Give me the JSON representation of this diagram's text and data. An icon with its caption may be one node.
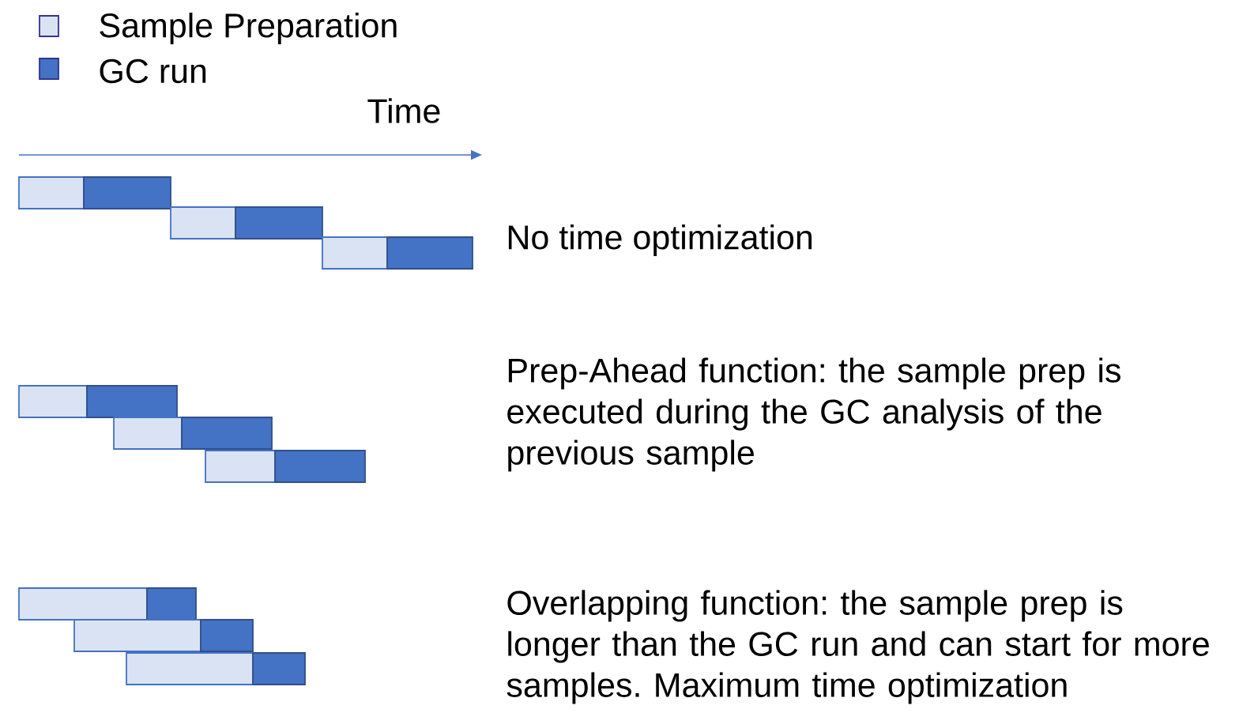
{
  "diagram": {
    "labels": [
      "Time",
      "No time optimization",
      "Prep-Ahead function: the sample prep is executed during the GC analysis of the previous sample",
      "Overlapping function: the sample prep is longer than the GC run and can start for more samples. Maximum time optimization"
    ],
    "legend": [
      {
        "text": "Sample Preparation",
        "color": "#dae3f3"
      },
      {
        "text": "GC run",
        "color": "#4472c4"
      }
    ]
  }
}
